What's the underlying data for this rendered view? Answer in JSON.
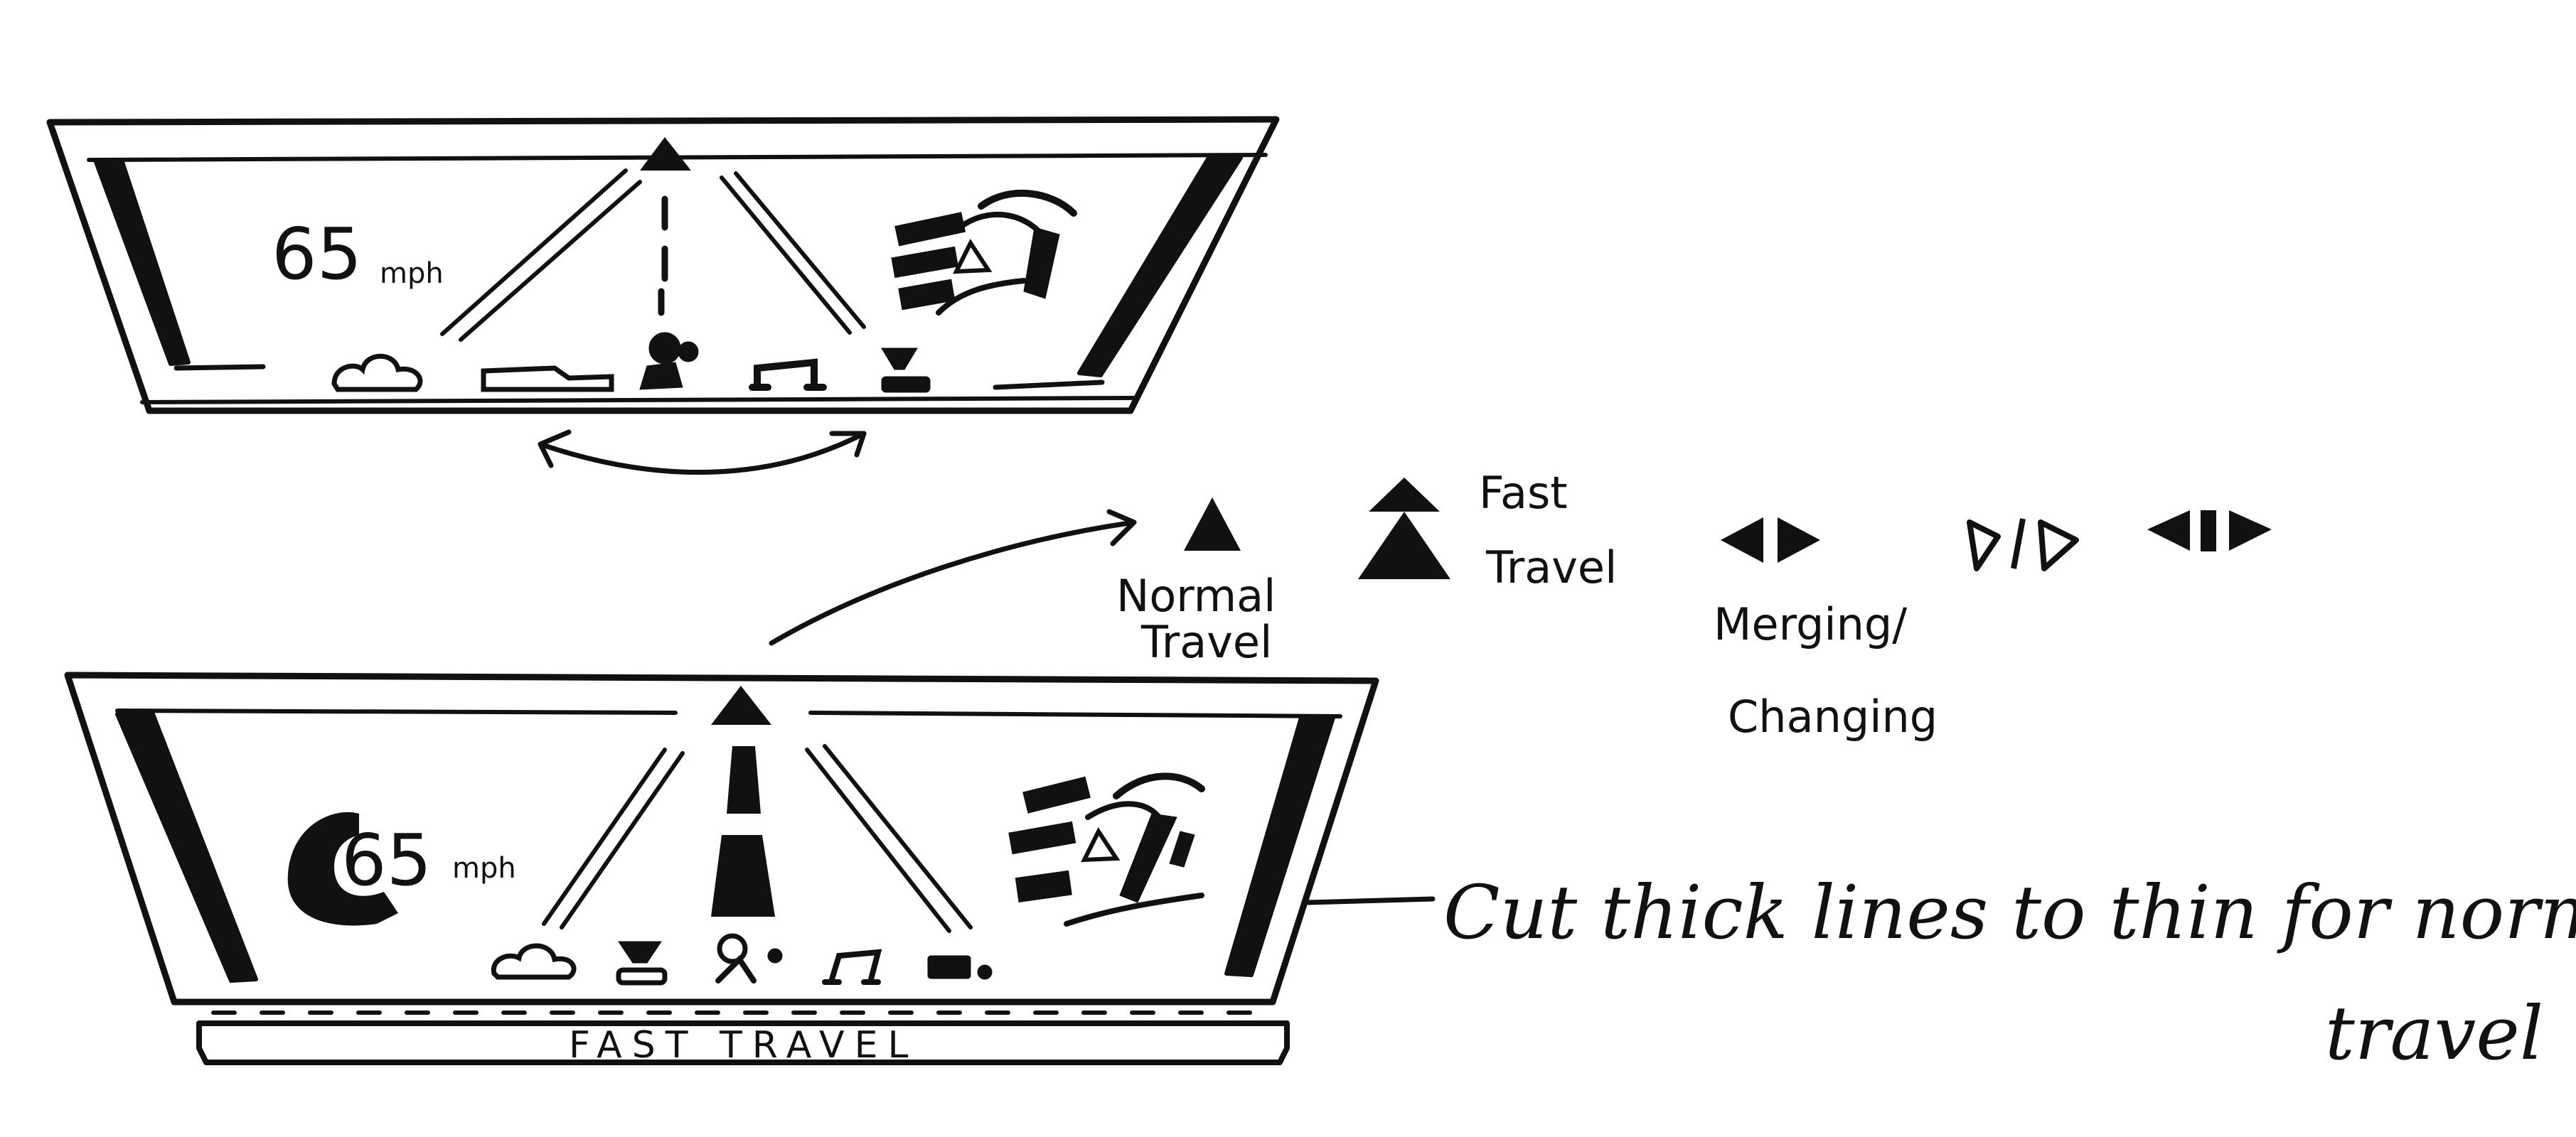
{
  "hud_top": {
    "speed_value": "65",
    "speed_unit": "mph",
    "media_icons": [
      "cloud-icon",
      "car-icon",
      "person-icon",
      "music-note-icon",
      "coffee-cup-icon"
    ]
  },
  "hud_bottom": {
    "speed_value": "65",
    "speed_unit": "mph",
    "banner_label": "FAST TRAVEL",
    "media_icons": [
      "cloud-icon",
      "coffee-cup-icon",
      "person-icon",
      "music-note-icon",
      "car-icon"
    ]
  },
  "legend": {
    "normal_travel_line1": "Normal",
    "normal_travel_line2": "Travel",
    "fast_travel_line1": "Fast",
    "fast_travel_line2": "Travel",
    "merging_line1": "Merging/",
    "merging_line2": "Changing"
  },
  "annotation": {
    "line1": "Cut thick lines to thin for normal",
    "line2": "travel"
  },
  "colors": {
    "ink": "#111111",
    "paper": "#ffffff"
  }
}
